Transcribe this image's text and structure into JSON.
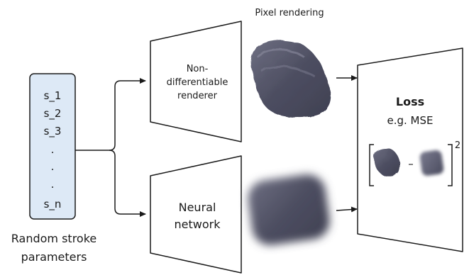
{
  "params_box": {
    "items": [
      "s_1",
      "s_2",
      "s_3",
      ".",
      ".",
      ".",
      "s_n"
    ],
    "caption_lines": [
      "Random stroke",
      "parameters"
    ]
  },
  "renderer": {
    "label_lines": [
      "Non-",
      "differentiable",
      "renderer"
    ]
  },
  "neural": {
    "label_lines": [
      "Neural",
      "network"
    ]
  },
  "pixel_rendering_label": "Pixel rendering",
  "loss": {
    "title": "Loss",
    "subtitle": "e.g. MSE",
    "minus": "–",
    "exponent": "2"
  },
  "colors": {
    "params_fill": "#dde9f6",
    "stroke": "#1a1a1a",
    "paint": "#5a5b6e"
  }
}
